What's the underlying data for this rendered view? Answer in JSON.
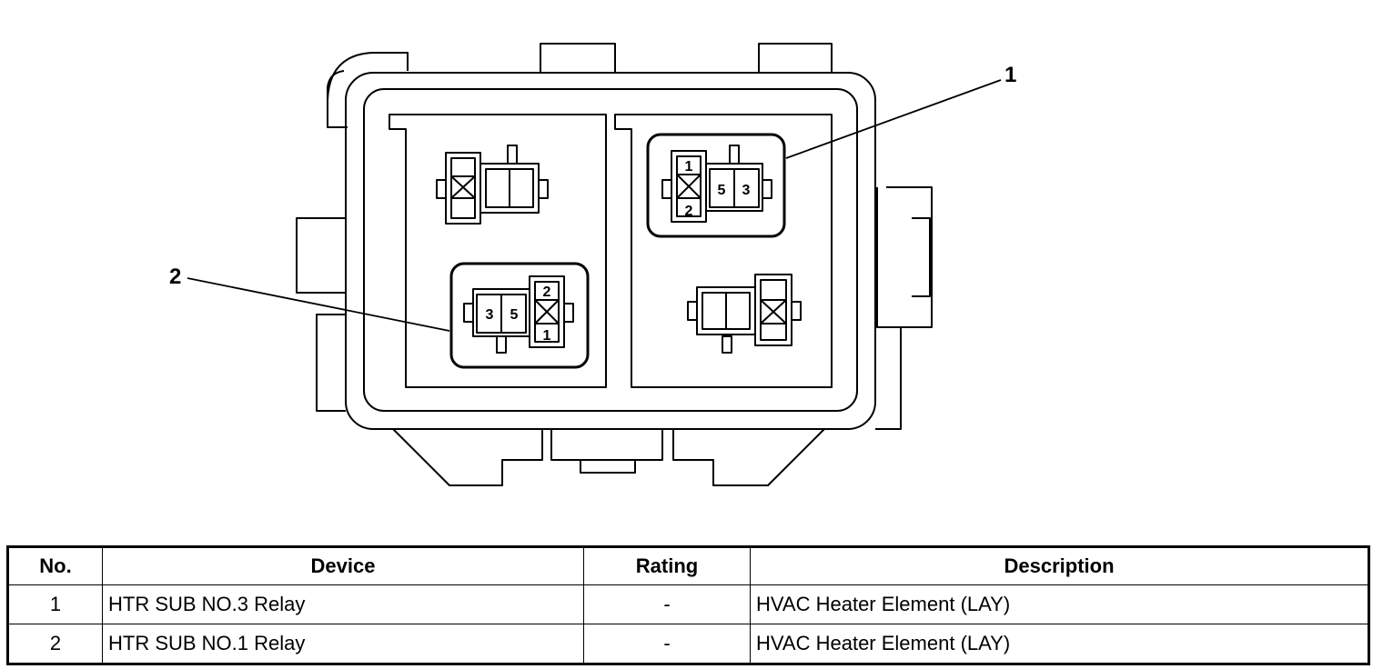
{
  "callouts": {
    "relay_1": "1",
    "relay_2": "2"
  },
  "relay_1_pins": {
    "top": "1",
    "bottom": "2",
    "mid_left": "5",
    "mid_right": "3"
  },
  "relay_2_pins": {
    "top": "2",
    "bottom": "1",
    "mid_left": "3",
    "mid_right": "5"
  },
  "table": {
    "headers": {
      "no": "No.",
      "device": "Device",
      "rating": "Rating",
      "description": "Description"
    },
    "rows": [
      {
        "no": "1",
        "device": "HTR SUB NO.3 Relay",
        "rating": "-",
        "description": "HVAC Heater Element (LAY)"
      },
      {
        "no": "2",
        "device": "HTR SUB NO.1 Relay",
        "rating": "-",
        "description": "HVAC Heater Element (LAY)"
      }
    ]
  }
}
